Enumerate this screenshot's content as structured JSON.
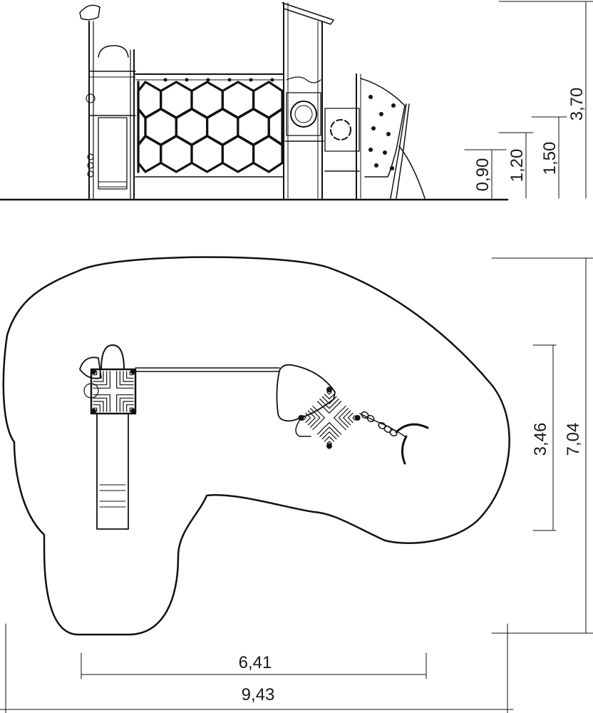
{
  "elevation_heights": {
    "h1": "0,90",
    "h2": "1,20",
    "h3": "1,50",
    "h4": "3,70"
  },
  "plan_dimensions": {
    "depth_inner": "3,46",
    "depth_outer": "7,04",
    "width_inner": "6,41",
    "width_outer": "9,43"
  },
  "colors": {
    "line": "#111111",
    "background": "#ffffff"
  }
}
